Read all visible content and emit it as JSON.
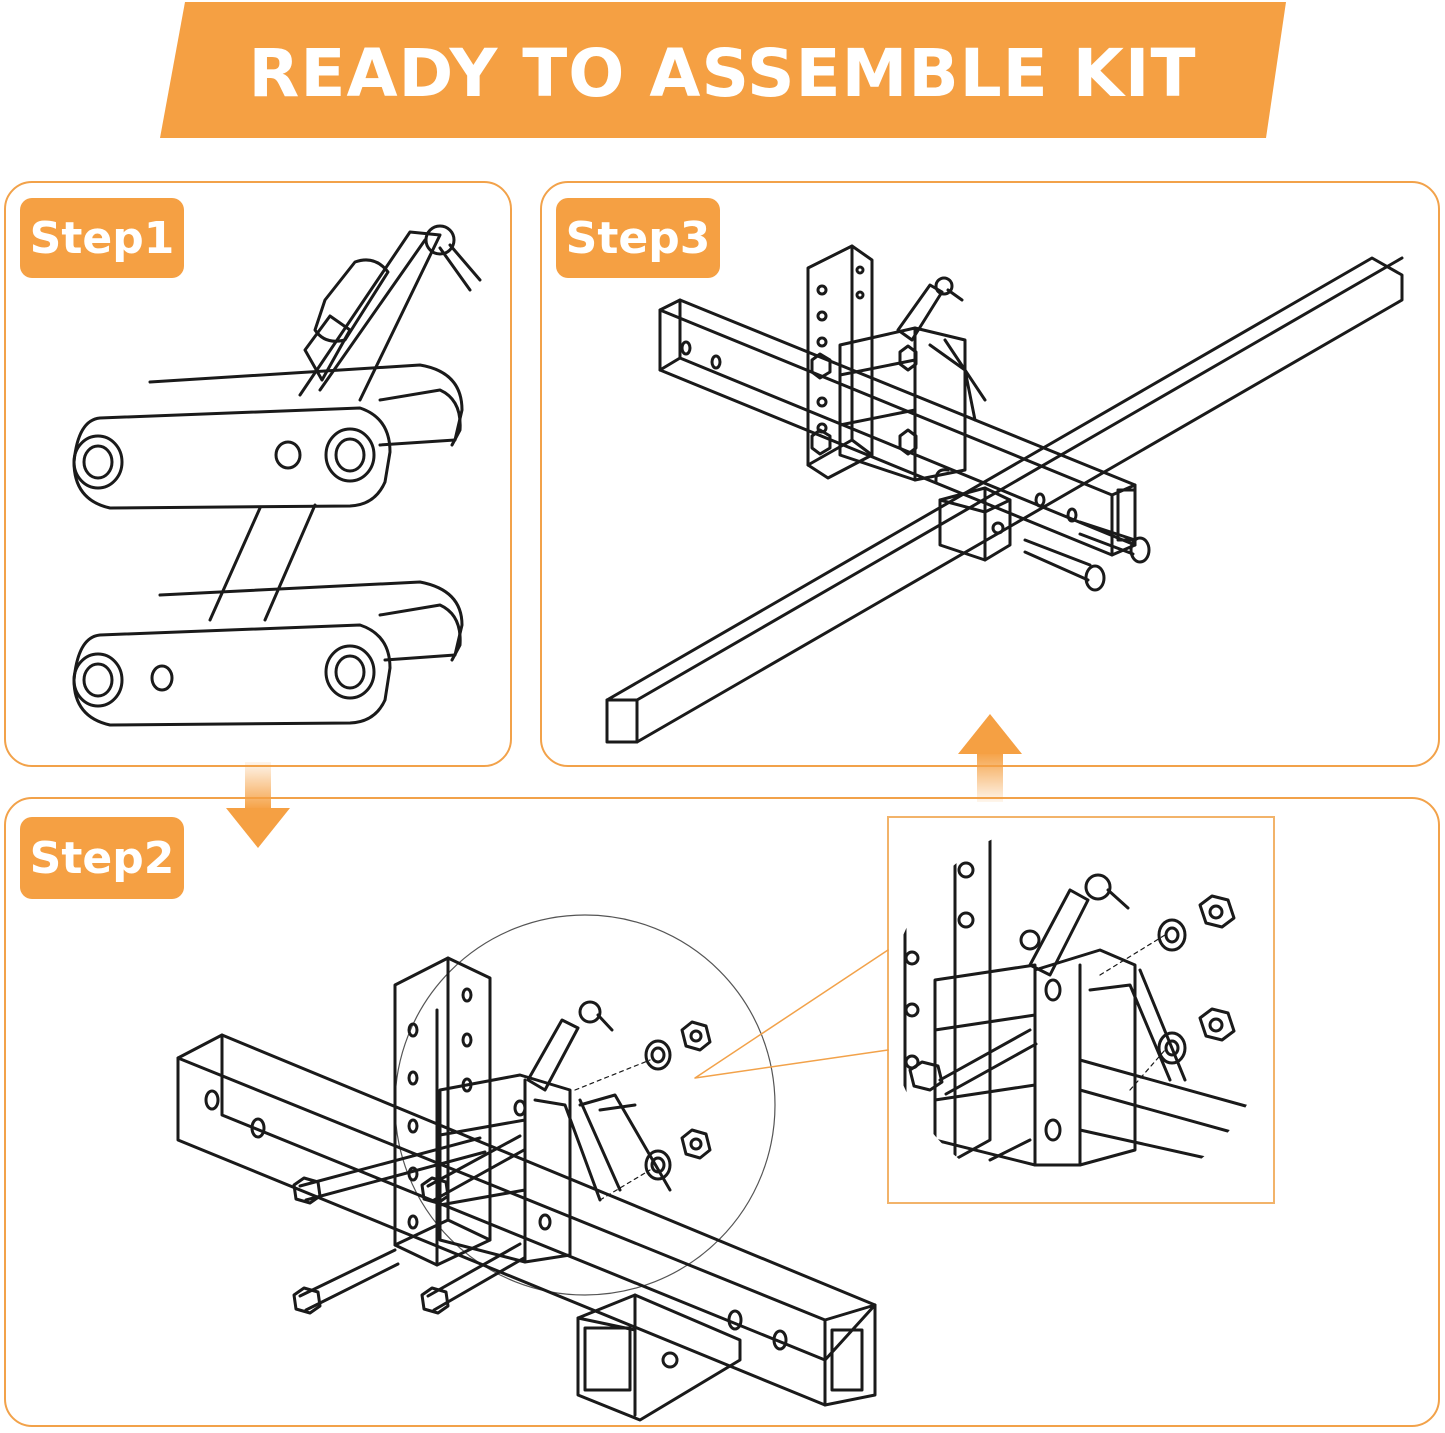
{
  "banner": {
    "title": "READY TO ASSEMBLE KIT"
  },
  "steps": [
    {
      "label": "Step1"
    },
    {
      "label": "Step2"
    },
    {
      "label": "Step3"
    }
  ],
  "colors": {
    "accent": "#f5a043",
    "panel_border": "#f2a24a",
    "line": "#1a1a1a"
  },
  "icons": [
    "arrow-down-icon",
    "arrow-up-icon"
  ]
}
